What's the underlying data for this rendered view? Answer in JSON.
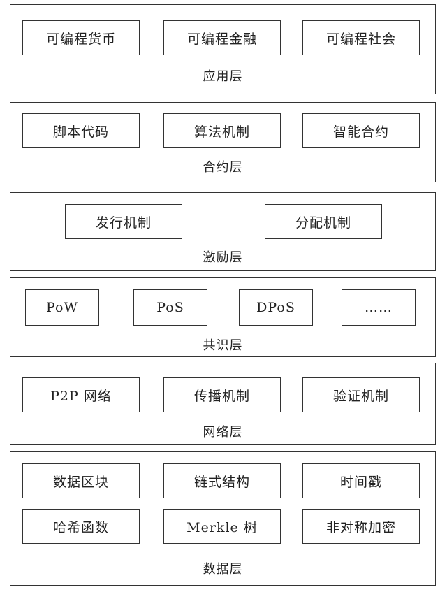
{
  "layers": {
    "application": {
      "label": "应用层",
      "items": [
        "可编程货币",
        "可编程金融",
        "可编程社会"
      ]
    },
    "contract": {
      "label": "合约层",
      "items": [
        "脚本代码",
        "算法机制",
        "智能合约"
      ]
    },
    "incentive": {
      "label": "激励层",
      "items": [
        "发行机制",
        "分配机制"
      ]
    },
    "consensus": {
      "label": "共识层",
      "items": [
        "PoW",
        "PoS",
        "DPoS",
        "……"
      ]
    },
    "network": {
      "label": "网络层",
      "items": [
        "P2P 网络",
        "传播机制",
        "验证机制"
      ]
    },
    "data": {
      "label": "数据层",
      "items": [
        "数据区块",
        "链式结构",
        "时间戳",
        "哈希函数",
        "Merkle 树",
        "非对称加密"
      ]
    }
  }
}
